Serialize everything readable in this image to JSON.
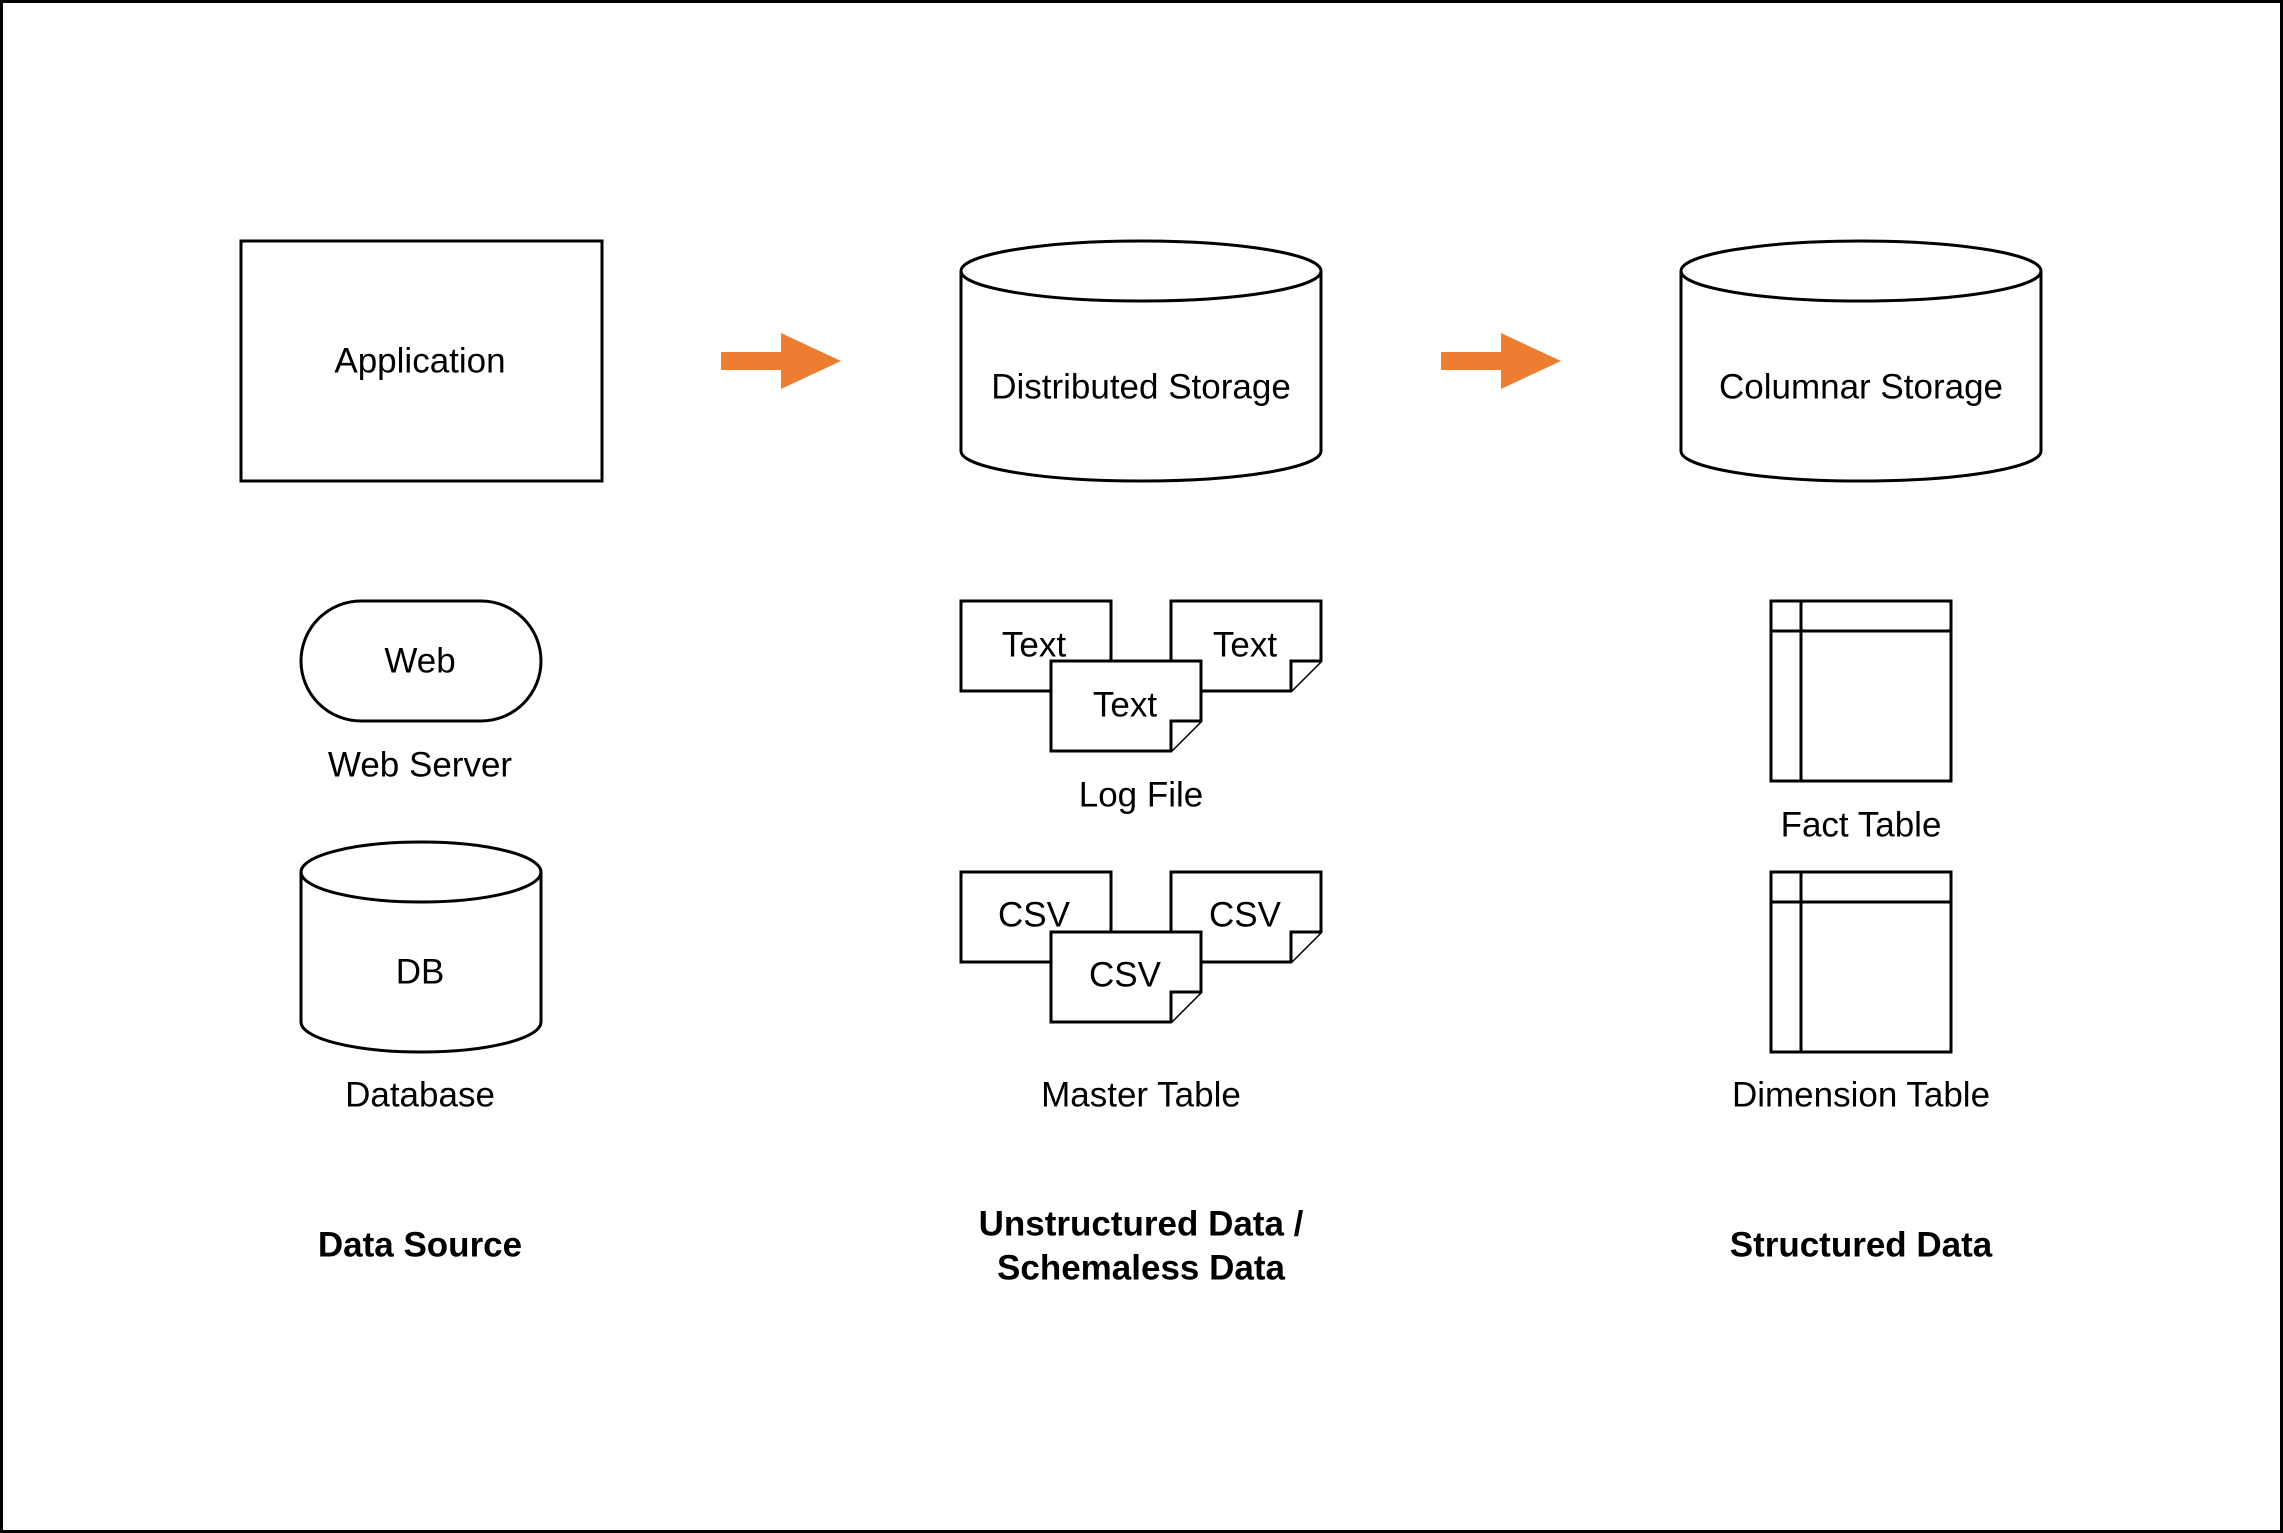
{
  "colors": {
    "arrow": "#ED7D31",
    "stroke": "#000000",
    "background": "#FFFFFF"
  },
  "columns": [
    {
      "main_shape": "rectangle",
      "main_label": "Application",
      "items": [
        {
          "shape": "rounded-terminator",
          "inner_label": "Web",
          "caption": "Web Server"
        },
        {
          "shape": "cylinder",
          "inner_label": "DB",
          "caption": "Database"
        }
      ],
      "footer": [
        "Data Source"
      ]
    },
    {
      "main_shape": "cylinder",
      "main_label": "Distributed Storage",
      "items": [
        {
          "shape": "document-stack",
          "inner_labels": [
            "Text",
            "Text",
            "Text"
          ],
          "caption": "Log File"
        },
        {
          "shape": "document-stack",
          "inner_labels": [
            "CSV",
            "CSV",
            "CSV"
          ],
          "caption": "Master Table"
        }
      ],
      "footer": [
        "Unstructured Data /",
        "Schemaless Data"
      ]
    },
    {
      "main_shape": "cylinder",
      "main_label": "Columnar Storage",
      "items": [
        {
          "shape": "table-grid",
          "caption": "Fact Table"
        },
        {
          "shape": "table-grid",
          "caption": "Dimension Table"
        }
      ],
      "footer": [
        "Structured Data"
      ]
    }
  ],
  "arrows": [
    {
      "from": "Application",
      "to": "Distributed Storage",
      "icon": "arrow-right-icon"
    },
    {
      "from": "Distributed Storage",
      "to": "Columnar Storage",
      "icon": "arrow-right-icon"
    }
  ]
}
